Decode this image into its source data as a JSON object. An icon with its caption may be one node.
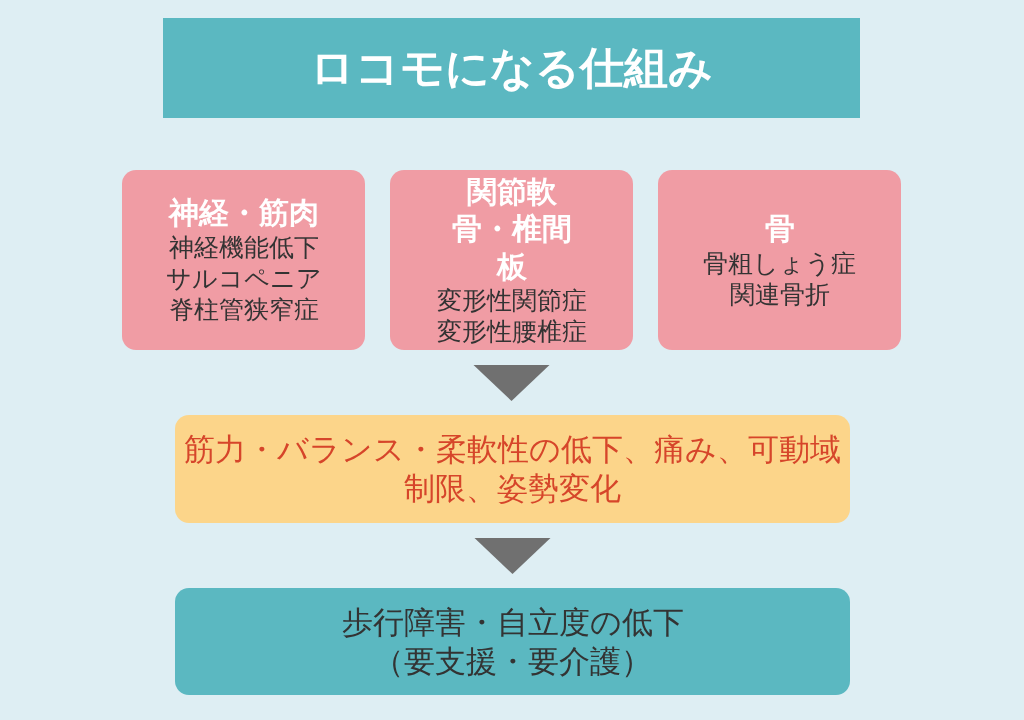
{
  "diagram": {
    "title": "ロコモになる仕組み",
    "nodes": [
      {
        "text": [
          "神経・筋肉",
          "神経機能低下",
          "サルコペニア",
          "脊柱管狭窄症"
        ]
      },
      {
        "text": [
          "関節軟骨・椎間板",
          "変形性関節症",
          "変形性腰椎症"
        ]
      },
      {
        "text": [
          "骨",
          "骨粗しょう症関連骨折"
        ]
      },
      {
        "text": [
          "筋力・バランス・柔軟性の低下、痛み、可動域制限、姿勢変化"
        ]
      },
      {
        "text": [
          "歩行障害・自立度の低下",
          "（要支援・要介護）"
        ]
      }
    ],
    "edges": [
      {
        "from": 1,
        "to": 3,
        "arrow": "to"
      },
      {
        "from": 3,
        "to": 4,
        "arrow": "to"
      }
    ]
  }
}
